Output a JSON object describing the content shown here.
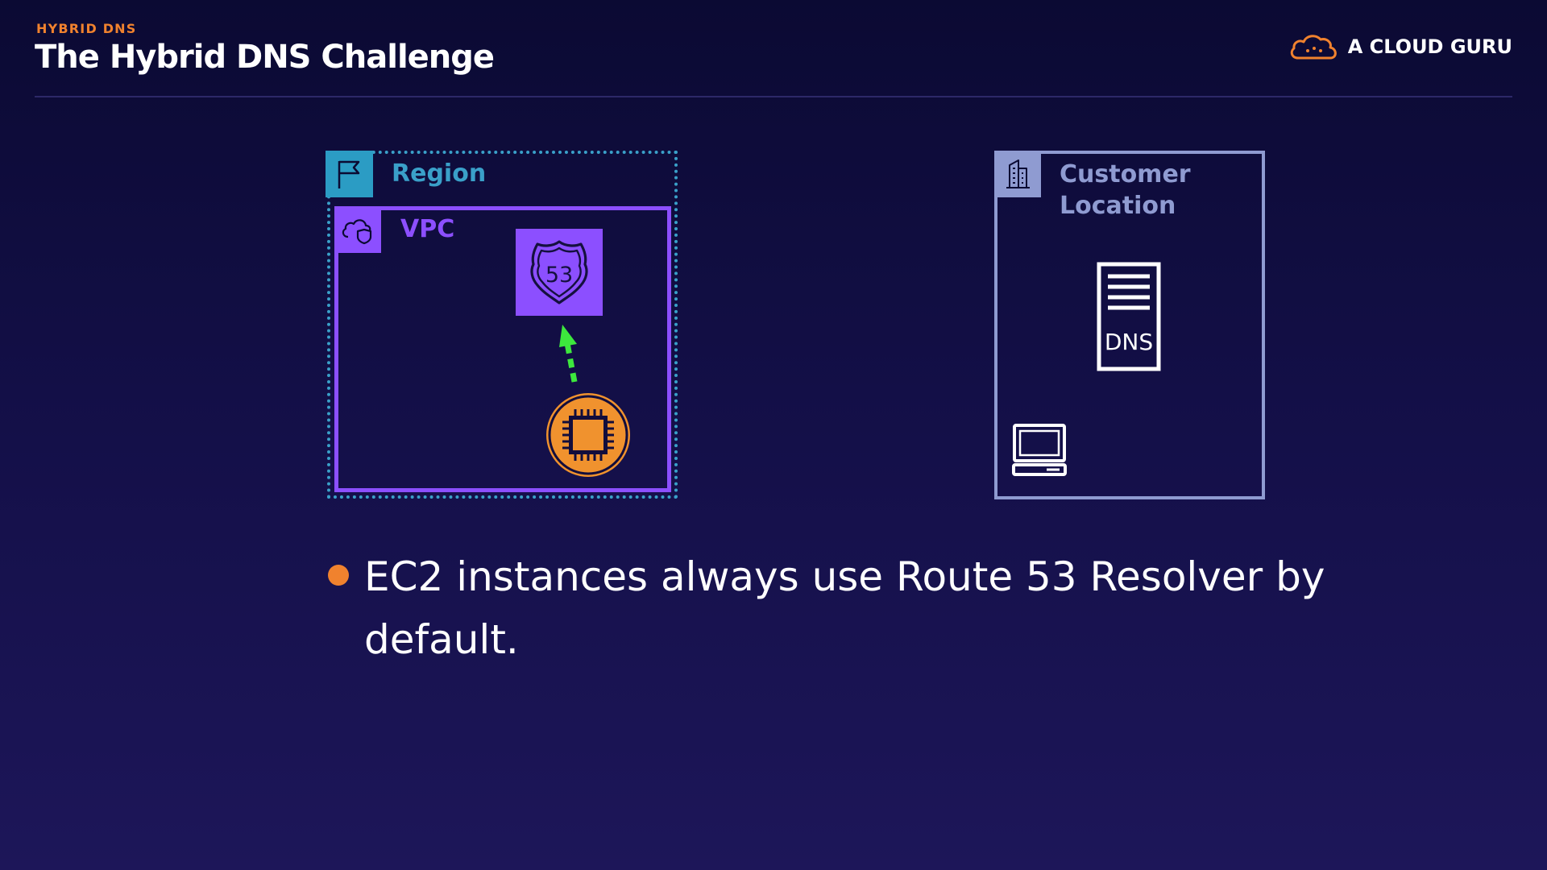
{
  "header": {
    "eyebrow": "HYBRID DNS",
    "title": "The Hybrid DNS Challenge",
    "brand_name": "A CLOUD GURU"
  },
  "diagram": {
    "region_label": "Region",
    "vpc_label": "VPC",
    "route53_badge": "53",
    "customer_label": "Customer Location",
    "dns_server_label": "DNS",
    "icons": [
      "flag-icon",
      "cloud-shield-icon",
      "route53-shield-icon",
      "ec2-chip-icon",
      "building-icon",
      "dns-server-icon",
      "laptop-icon",
      "cloud-logo-icon"
    ],
    "colors": {
      "region": "#3aa0c9",
      "vpc": "#8c4fff",
      "ec2": "#f0922e",
      "arrow": "#3de83d",
      "customer": "#8f9bd1",
      "accent": "#f0822e"
    }
  },
  "bullets": [
    "EC2 instances always use Route 53 Resolver by default."
  ]
}
